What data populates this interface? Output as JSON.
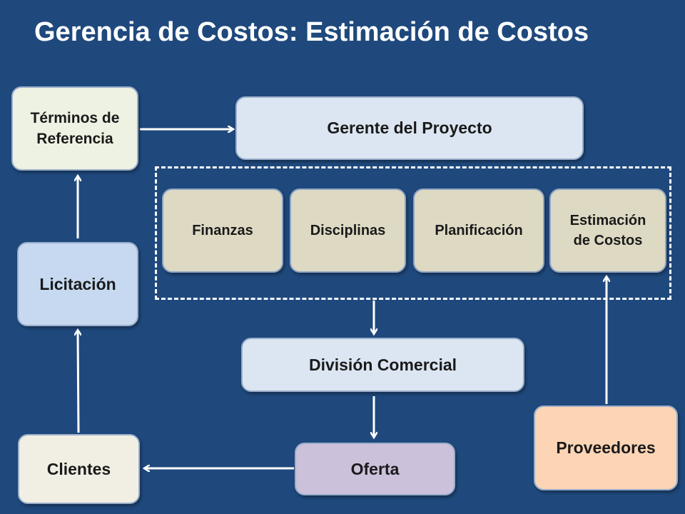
{
  "title": "Gerencia de Costos: Estimación de Costos",
  "colors": {
    "background": "#1F497D",
    "arrow": "#FFFFFF"
  },
  "nodes": {
    "terminos": "Términos de Referencia",
    "gerente": "Gerente del Proyecto",
    "finanzas": "Finanzas",
    "disciplinas": "Disciplinas",
    "planificacion": "Planificación",
    "estimacion": "Estimación de Costos",
    "licitacion": "Licitación",
    "division": "División Comercial",
    "clientes": "Clientes",
    "oferta": "Oferta",
    "proveedores": "Proveedores"
  }
}
